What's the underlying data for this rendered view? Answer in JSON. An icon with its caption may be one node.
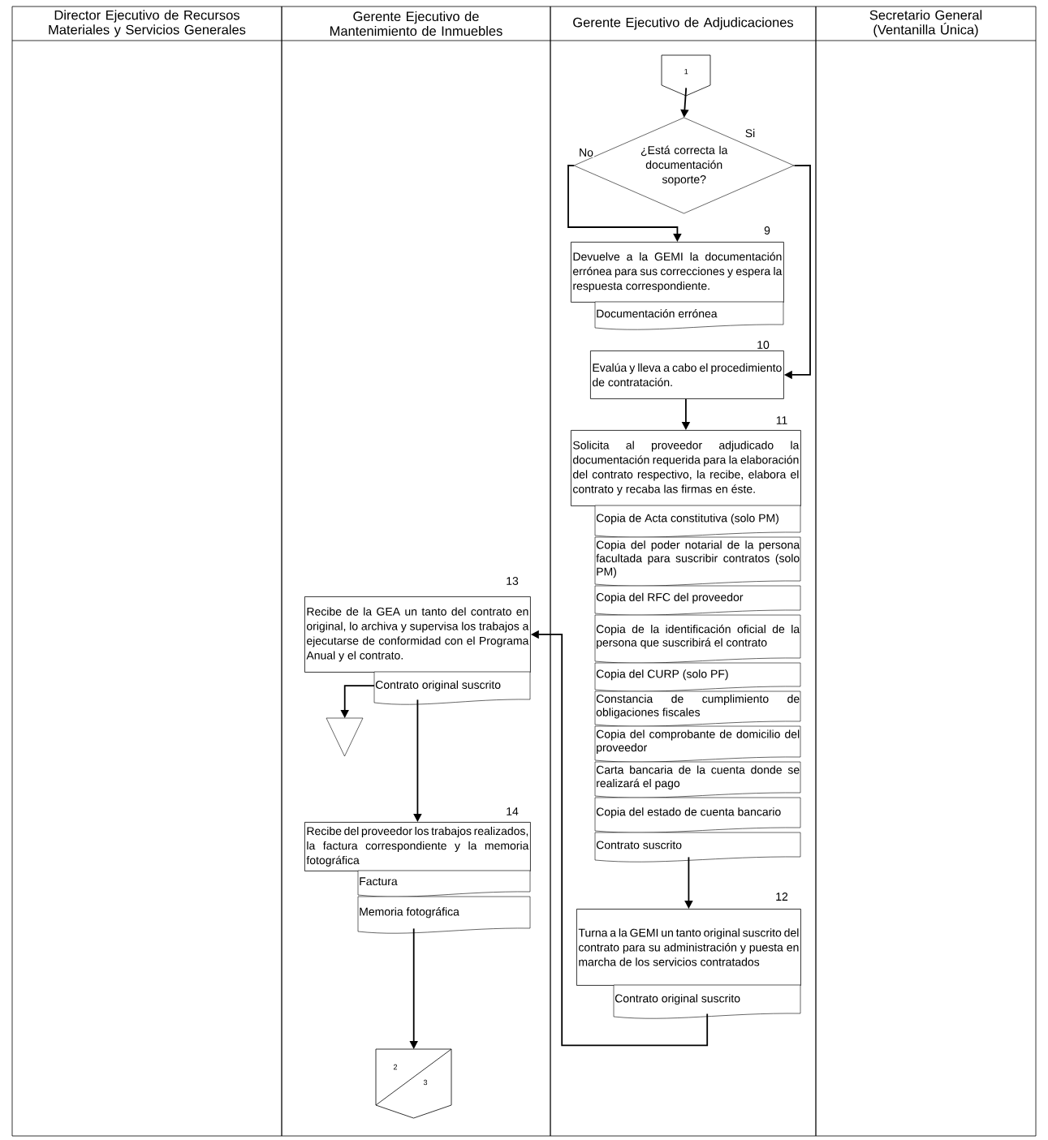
{
  "diagram": {
    "nodes": [
      {
        "text": [
          "Director Ejecutivo de Recursos Materiales y Servicios Generales"
        ]
      },
      {
        "text": [
          "Gerente Ejecutivo de Mantenimiento de Inmuebles"
        ]
      },
      {
        "text": [
          "Gerente Ejecutivo de Adjudicaciones"
        ]
      },
      {
        "text": [
          "Secretario General (Ventanilla Única)"
        ]
      },
      {
        "text": [
          "1"
        ],
        "in": 2
      },
      {
        "text": [
          "¿Está correcta la documentación soporte?"
        ],
        "in": 2
      },
      {
        "text": [
          "Devuelve a la GEMI la documentación errónea para sus correcciones y espera la respuesta correspondiente."
        ],
        "beside": [
          "9"
        ],
        "in": 2
      },
      {
        "text": [
          "Documentación errónea"
        ],
        "in": 2
      },
      {
        "text": [
          "Evalúa y lleva a cabo el procedimiento de contratación."
        ],
        "beside": [
          "10"
        ],
        "in": 2
      },
      {
        "text": [
          "Solicita al proveedor adjudicado la documentación requerida para la elaboración del contrato respectivo, la recibe, elabora el contrato y recaba las firmas en éste."
        ],
        "beside": [
          "11"
        ],
        "in": 2
      },
      {
        "text": [
          "Copia de Acta constitutiva (solo PM)"
        ],
        "in": 2
      },
      {
        "text": [
          "Copia del poder notarial de la persona facultada para suscribir contratos (solo PM)"
        ],
        "in": 2
      },
      {
        "text": [
          "Copia del RFC del proveedor"
        ],
        "in": 2
      },
      {
        "text": [
          "Copia de la identificación oficial de la persona que suscribirá el contrato"
        ],
        "in": 2
      },
      {
        "text": [
          "Copia del CURP (solo PF)"
        ],
        "in": 2
      },
      {
        "text": [
          "Constancia de cumplimiento de obligaciones fiscales"
        ],
        "in": 2
      },
      {
        "text": [
          "Copia del comprobante de domicilio del proveedor"
        ],
        "in": 2
      },
      {
        "text": [
          "Carta bancaria de la cuenta donde se realizará el pago"
        ],
        "in": 2
      },
      {
        "text": [
          "Copia del estado de cuenta bancario"
        ],
        "in": 2
      },
      {
        "text": [
          "Contrato suscrito"
        ],
        "in": 2
      },
      {
        "text": [
          "Turna a la GEMI un tanto original suscrito del contrato para su administración y puesta en marcha de los servicios contratados"
        ],
        "beside": [
          "12"
        ],
        "in": 2
      },
      {
        "text": [
          "Contrato original suscrito"
        ],
        "in": 2
      },
      {
        "text": [
          "Recibe de la GEA un tanto del contrato en original, lo archiva y supervisa los trabajos a ejecutarse de conformidad con el Programa Anual y el contrato."
        ],
        "beside": [
          "13"
        ],
        "in": 1
      },
      {
        "text": [
          "Contrato original suscrito"
        ],
        "in": 1
      },
      {
        "text": [],
        "shape": "triangle",
        "in": 1
      },
      {
        "text": [
          "Recibe del proveedor los trabajos realizados, la factura correspondiente y la memoria fotográfica"
        ],
        "beside": [
          "14"
        ],
        "in": 1
      },
      {
        "text": [
          "Factura"
        ],
        "in": 1
      },
      {
        "text": [
          "Memoria fotográfica"
        ],
        "in": 1
      },
      {
        "text": [
          "2",
          "3"
        ],
        "in": 1
      }
    ],
    "edges": [
      {
        "from": 4,
        "to": 5,
        "arrow": "to"
      },
      {
        "from": 5,
        "to": 6,
        "arrow": "to",
        "label": "No"
      },
      {
        "from": 5,
        "to": 8,
        "arrow": "to",
        "label": "Si"
      },
      {
        "from": 8,
        "to": 9,
        "arrow": "to"
      },
      {
        "from": 19,
        "to": 20,
        "arrow": "to"
      },
      {
        "from": 21,
        "to": 22,
        "arrow": "to"
      },
      {
        "from": 23,
        "to": 24,
        "arrow": "to"
      },
      {
        "from": 23,
        "to": 25,
        "arrow": "to"
      },
      {
        "from": 27,
        "to": 28,
        "arrow": "to"
      }
    ]
  }
}
